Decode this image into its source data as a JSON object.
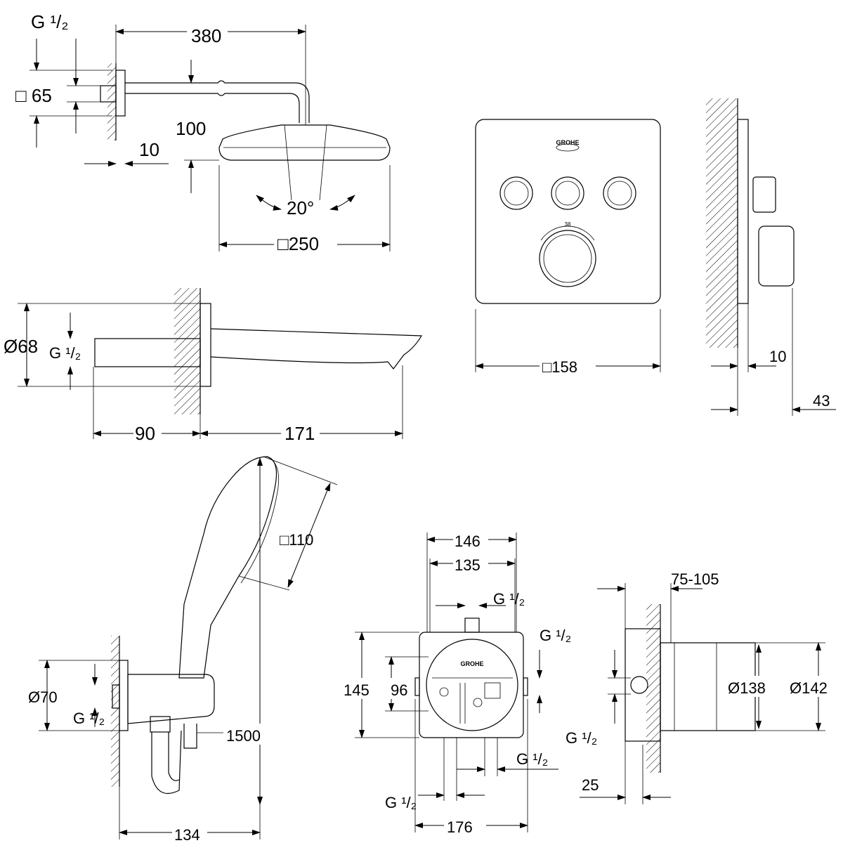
{
  "shower_arm": {
    "thread": "G ¹/₂",
    "length": "380",
    "flange": "□ 65",
    "height": "100",
    "offset": "10",
    "angle": "20°",
    "head_size": "□250"
  },
  "spout": {
    "diameter": "Ø68",
    "thread": "G ¹/₂",
    "depth": "90",
    "projection": "171"
  },
  "panel": {
    "brand": "GROHE",
    "temp_mark": "38",
    "size": "□158",
    "depth_plate": "10",
    "depth_total": "43"
  },
  "hand_shower": {
    "head_size": "□110",
    "holder_diameter": "Ø70",
    "thread": "G ¹/₂",
    "hose_length": "1500",
    "width": "134"
  },
  "box_front": {
    "brand": "GROHE",
    "width_outer": "146",
    "width_inner": "135",
    "thread_top": "G ¹/₂",
    "thread_right": "G ¹/₂",
    "height_outer": "145",
    "height_inner": "96",
    "thread_bottom_left": "G ¹/₂",
    "thread_bottom_right": "G ¹/₂",
    "width_total": "176"
  },
  "box_side": {
    "install_depth": "75-105",
    "diameter_inner": "Ø138",
    "diameter_outer": "Ø142",
    "thread": "G ¹/₂",
    "offset": "25"
  }
}
